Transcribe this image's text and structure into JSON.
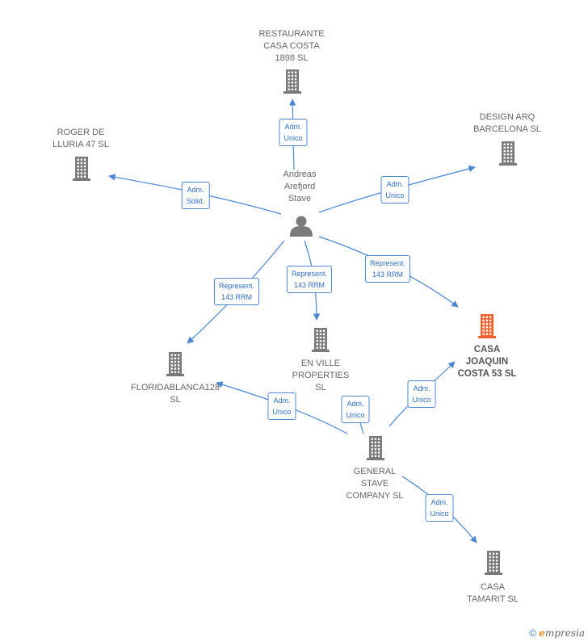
{
  "colors": {
    "edge": "#4a86d4",
    "building": "#7a7a7a",
    "building_highlight": "#f0612e",
    "person": "#7a7a7a"
  },
  "nodes": {
    "person": {
      "label": "Andreas\nArefjord\nStave",
      "icon": "person-icon"
    },
    "restaurante": {
      "label": "RESTAURANTE\nCASA COSTA\n1898  SL",
      "icon": "building-icon"
    },
    "roger": {
      "label": "ROGER DE\nLLURIA 47  SL",
      "icon": "building-icon"
    },
    "design": {
      "label": "DESIGN ARQ\nBARCELONA  SL",
      "icon": "building-icon"
    },
    "enville": {
      "label": "EN VILLE\nPROPERTIES\nSL",
      "icon": "building-icon"
    },
    "florida": {
      "label": "FLORIDABLANCA128\nSL",
      "icon": "building-icon"
    },
    "joaquin": {
      "label": "CASA\nJOAQUIN\nCOSTA 53  SL",
      "icon": "building-icon"
    },
    "general": {
      "label": "GENERAL\nSTAVE\nCOMPANY SL",
      "icon": "building-icon"
    },
    "tamarit": {
      "label": "CASA\nTAMARIT  SL",
      "icon": "building-icon"
    }
  },
  "edges": [
    {
      "from": "person",
      "to": "restaurante",
      "label": "Adm.\nUnico"
    },
    {
      "from": "person",
      "to": "roger",
      "label": "Adm.\nSolid."
    },
    {
      "from": "person",
      "to": "design",
      "label": "Adm.\nUnico"
    },
    {
      "from": "person",
      "to": "florida",
      "label": "Represent.\n143 RRM"
    },
    {
      "from": "person",
      "to": "enville",
      "label": "Represent.\n143 RRM"
    },
    {
      "from": "person",
      "to": "joaquin",
      "label": "Represent.\n143 RRM"
    },
    {
      "from": "general",
      "to": "florida",
      "label": "Adm.\nUnico"
    },
    {
      "from": "general",
      "to": "enville",
      "label": "Adm.\nUnico"
    },
    {
      "from": "general",
      "to": "joaquin",
      "label": "Adm.\nUnico"
    },
    {
      "from": "general",
      "to": "tamarit",
      "label": "Adm.\nUnico"
    }
  ],
  "footer": {
    "copyright": "©",
    "brand_initial": "e",
    "brand_rest": "mpresia"
  }
}
